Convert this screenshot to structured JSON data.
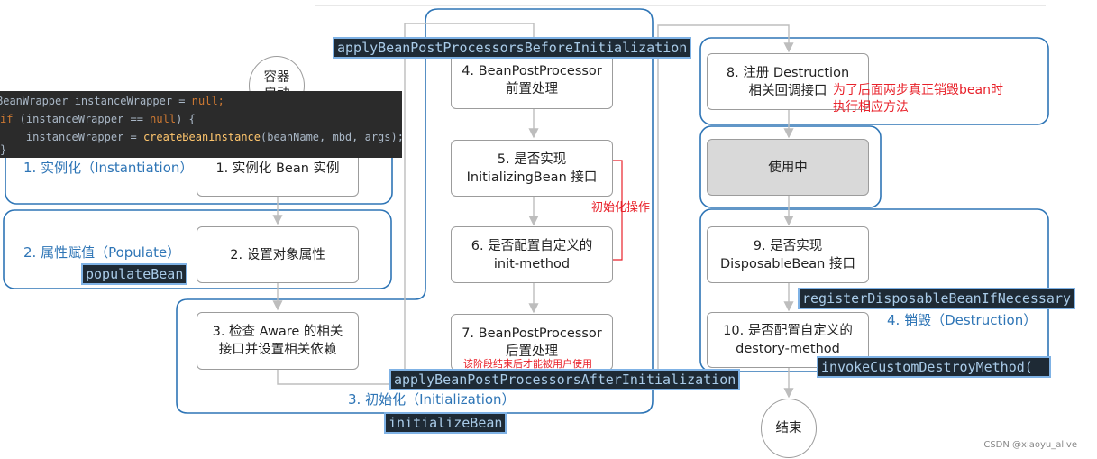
{
  "nodes": {
    "start": "容器\n启动",
    "instantiate": "1. 实例化 Bean 实例",
    "populate": "2. 设置对象属性",
    "aware": "3. 检查 Aware 的相关\n接口并设置相关依赖",
    "bpp_before": "4. BeanPostProcessor\n前置处理",
    "initializing_bean": "5. 是否实现\nInitializingBean 接口",
    "init_method": "6. 是否配置自定义的\ninit-method",
    "bpp_after": "7. BeanPostProcessor\n后置处理",
    "register_destruction": "8. 注册 Destruction\n相关回调接口",
    "in_use": "使用中",
    "disposable_bean": "9. 是否实现\nDisposableBean 接口",
    "destroy_method": "10. 是否配置自定义的\ndestory-method",
    "end": "结束"
  },
  "phases": {
    "instantiation": "1. 实例化（Instantiation）",
    "populate": "2. 属性赋值（Populate）",
    "initialization": "3. 初始化（Initialization）",
    "destruction": "4. 销毁（Destruction）"
  },
  "annotations": {
    "init_ops": "初始化操作",
    "after_stage_note": "该阶段结束后才能被用户使用",
    "destruction_note": "为了后面两步真正销毁bean时\n执行相应方法"
  },
  "methods": {
    "before_init": "applyBeanPostProcessorsBeforeInitialization",
    "populate_bean": "populateBean",
    "after_init": "applyBeanPostProcessorsAfterInitialization",
    "initialize_bean": "initializeBean",
    "register_disposable": "registerDisposableBeanIfNecessary",
    "invoke_destroy": "invokeCustomDestroyMethod("
  },
  "code": {
    "line1_type": "BeanWrapper",
    "line1_var": " instanceWrapper = ",
    "line1_null": "null",
    "line1_end": ";",
    "line2_if": "if",
    "line2_mid": " (instanceWrapper == ",
    "line2_null": "null",
    "line2_end": ") {",
    "line3_pre": "    instanceWrapper = ",
    "line3_fn": "createBeanInstance",
    "line3_args": "(beanName, mbd, args);",
    "line4": "}"
  },
  "watermark": "CSDN @xiaoyu_alive",
  "colors": {
    "phase_blue": "#2e75b6",
    "annotation_red": "#e8212a",
    "method_bg": "#1e2a35",
    "method_fg": "#a9cbe8",
    "node_border": "#9c9c9c",
    "in_use_fill": "#d9d9d9"
  }
}
